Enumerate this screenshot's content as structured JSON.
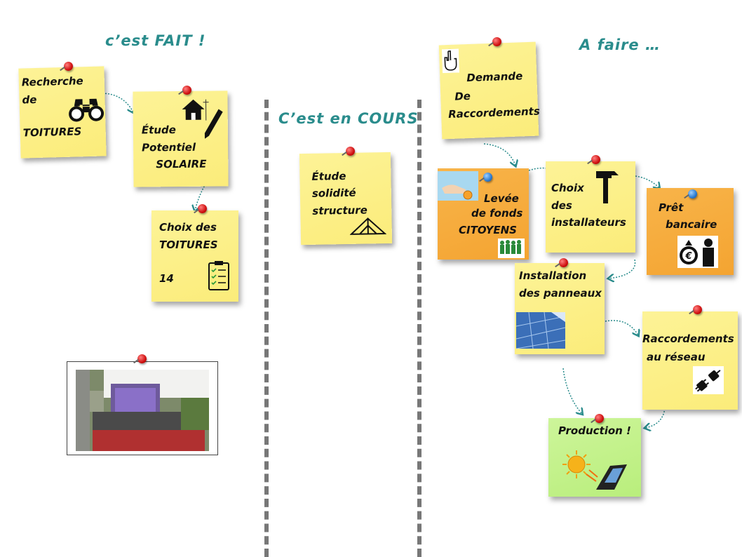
{
  "columns": {
    "done": "c’est FAIT !",
    "in_progress": "C’est en COURS",
    "todo": "A faire …"
  },
  "notes": {
    "recherche": [
      "Recherche",
      "de",
      "TOITURES"
    ],
    "etude_potentiel": [
      "Étude",
      "Potentiel",
      "SOLAIRE"
    ],
    "choix_toitures": [
      "Choix des",
      "TOITURES",
      "14"
    ],
    "etude_solidite": [
      "Étude",
      "solidité",
      "structure"
    ],
    "demande": [
      "Demande",
      "De",
      "Raccordements"
    ],
    "levee": [
      "Levée",
      "de fonds",
      "CITOYENS"
    ],
    "choix_installateurs": [
      "Choix",
      "des",
      "installateurs"
    ],
    "pret": [
      "Prêt",
      "bancaire"
    ],
    "installation": [
      "Installation",
      "des panneaux"
    ],
    "raccordements": [
      "Raccordements",
      "au réseau"
    ],
    "production": [
      "Production !"
    ]
  },
  "colors": {
    "title": "#2a8c8c",
    "note_yellow": "#fbec7a",
    "note_orange": "#f4a431",
    "note_green": "#b9ee7c",
    "pin_red": "#d01010",
    "pin_blue": "#2a7ad0",
    "arrow": "#2a8c8c"
  },
  "icons": [
    "binoculars-icon",
    "house-plan-icon",
    "pencil-icon",
    "checklist-icon",
    "roof-truss-icon",
    "pointing-hand-icon",
    "coin-hand-icon",
    "crowd-icon",
    "hammer-icon",
    "money-bag-icon",
    "solar-panel-icon",
    "plug-icon",
    "sun-icon"
  ]
}
